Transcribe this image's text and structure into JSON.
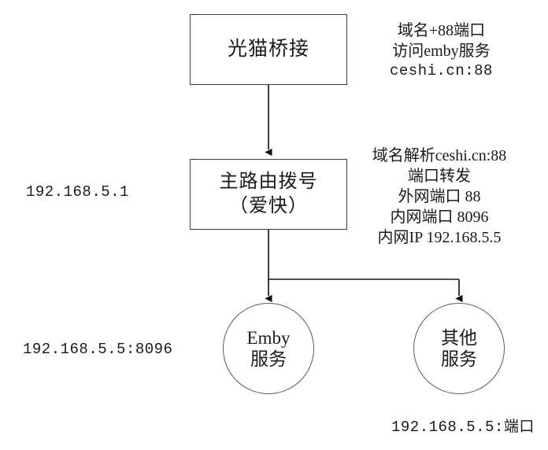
{
  "diagram": {
    "title_nodes": {
      "modem": {
        "name": "modem-bridge-node",
        "lines": [
          "光猫桥接"
        ]
      },
      "router": {
        "name": "main-router-node",
        "lines": [
          "主路由拨号",
          "（爱快）"
        ]
      },
      "emby": {
        "name": "emby-service-node",
        "lines": [
          "Emby",
          "服务"
        ]
      },
      "other": {
        "name": "other-service-node",
        "lines": [
          "其他",
          "服务"
        ]
      }
    },
    "notes": {
      "top_right": {
        "lines": [
          "域名+88端口",
          "访问emby服务",
          "ceshi.cn:88"
        ]
      },
      "router_right": {
        "lines": [
          "域名解析ceshi.cn:88",
          "端口转发",
          "外网端口 88",
          "内网端口 8096",
          "内网IP 192.168.5.5"
        ]
      }
    },
    "labels": {
      "gateway_ip": "192.168.5.1",
      "emby_ip": "192.168.5.5:8096",
      "other_ip": "192.168.5.5:端口"
    },
    "colors": {
      "background": "#ffffff",
      "box_stroke": "#3a3a3a",
      "circle_stroke": "#5a5a5a",
      "connector_stroke": "#1a1a1a",
      "text": "#1a1a1a"
    },
    "connectors": [
      {
        "name": "modem-to-router-arrow",
        "from": "modem",
        "to": "router"
      },
      {
        "name": "router-to-emby-arrow",
        "from": "router",
        "to": "emby"
      },
      {
        "name": "router-to-other-arrow",
        "from": "router",
        "to": "other"
      }
    ]
  }
}
